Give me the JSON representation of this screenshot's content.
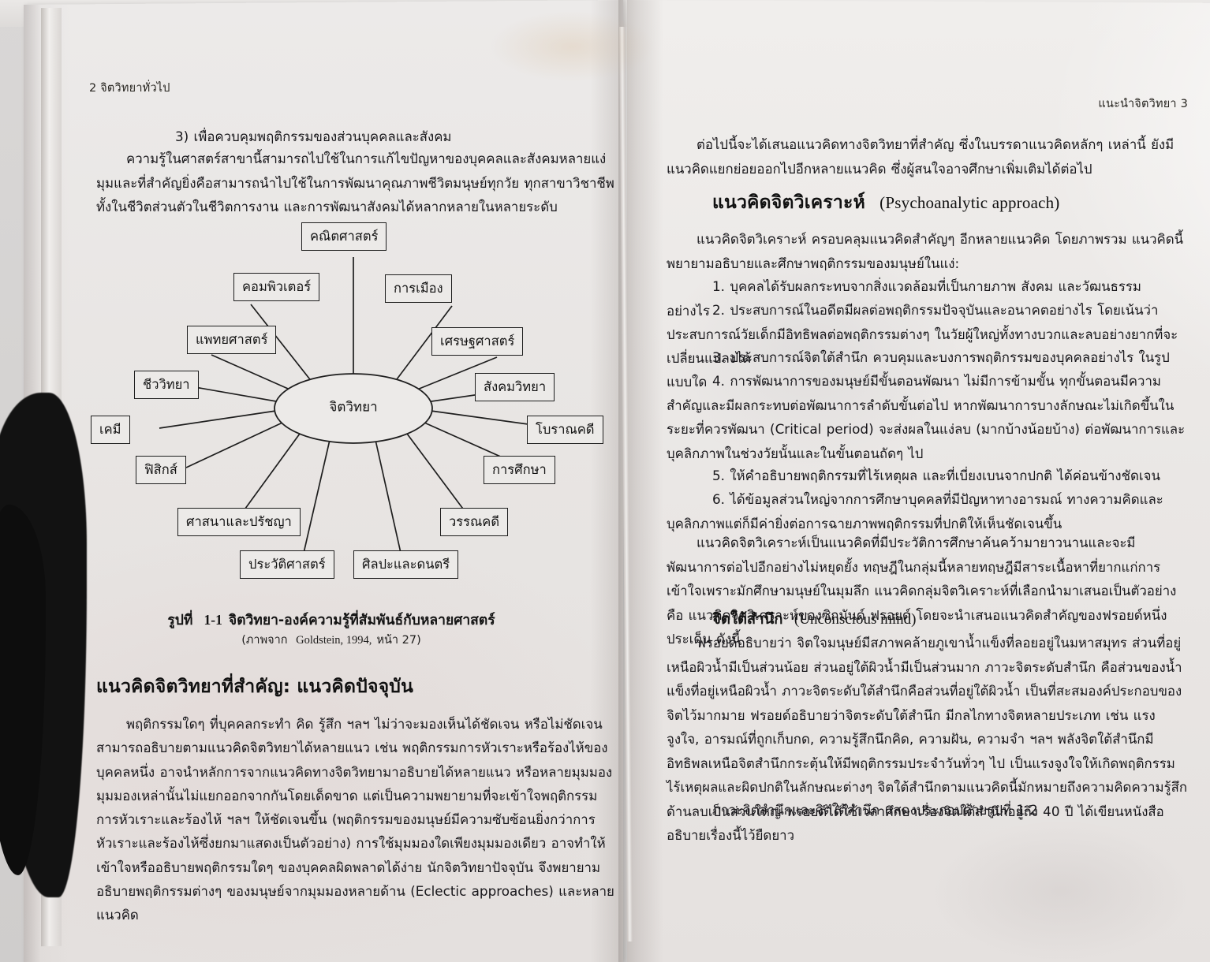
{
  "book": {
    "left_page": {
      "running_head": "2  จิตวิทยาทั่วไป",
      "paragraphs": [
        "3)  เพื่อควบคุมพฤติกรรมของส่วนบุคคลและสังคม",
        "ความรู้ในศาสตร์สาขานี้สามารถไปใช้ในการแก้ไขปัญหาของบุคคลและสังคมหลายแง่มุมและที่สำคัญยิ่งคือสามารถนำไปใช้ในการพัฒนาคุณภาพชีวิตมนุษย์ทุกวัย  ทุกสาขาวิชาชีพ  ทั้งในชีวิตส่วนตัวในชีวิตการงาน  และการพัฒนาสังคมได้หลากหลายในหลายระดับ"
      ],
      "figure": {
        "center": "จิตวิทยา",
        "nodes": [
          "คณิตศาสตร์",
          "คอมพิวเตอร์",
          "การเมือง",
          "แพทยศาสตร์",
          "เศรษฐศาสตร์",
          "ชีววิทยา",
          "สังคมวิทยา",
          "เคมี",
          "โบราณคดี",
          "ฟิสิกส์",
          "การศึกษา",
          "ศาสนาและปรัชญา",
          "วรรณคดี",
          "ประวัติศาสตร์",
          "ศิลปะและดนตรี"
        ],
        "caption_prefix": "รูปที่",
        "caption_number": "1-1",
        "caption_text": "จิตวิทยา-องค์ความรู้ที่สัมพันธ์กับหลายศาสตร์",
        "source_prefix": "(ภาพจาก",
        "source_ref": "Goldstein, 1994,",
        "source_page": "หน้า  27)"
      },
      "section_heading": "แนวคิดจิตวิทยาที่สำคัญ: แนวคิดปัจจุบัน",
      "body_paragraphs": [
        "พฤติกรรมใดๆ ที่บุคคลกระทำ คิด รู้สึก ฯลฯ ไม่ว่าจะมองเห็นได้ชัดเจน หรือไม่ชัดเจนสามารถอธิบายตามแนวคิดจิตวิทยาได้หลายแนว เช่น พฤติกรรมการหัวเราะหรือร้องไห้ของบุคคลหนึ่ง อาจนำหลักการจากแนวคิดทางจิตวิทยามาอธิบายได้หลายแนว หรือหลายมุมมอง มุมมองเหล่านั้นไม่แยกออกจากกันโดยเด็ดขาด  แต่เป็นความพยายามที่จะเข้าใจพฤติกรรมการหัวเราะและร้องไห้ ฯลฯ ให้ชัดเจนขึ้น (พฤติกรรมของมนุษย์มีความซับซ้อนยิ่งกว่าการหัวเราะและร้องไห้ซึ่งยกมาแสดงเป็นตัวอย่าง) การใช้มุมมองใดเพียงมุมมองเดียว อาจทำให้เข้าใจหรืออธิบายพฤติกรรมใดๆ ของบุคคลผิดพลาดได้ง่าย นักจิตวิทยาปัจจุบัน จึงพยายามอธิบายพฤติกรรมต่างๆ ของมนุษย์จากมุมมองหลายด้าน (Eclectic approaches) และหลายแนวคิด"
      ]
    },
    "right_page": {
      "running_head": "แนะนำจิตวิทยา  3",
      "intro_paragraph": "ต่อไปนี้จะได้เสนอแนวคิดทางจิตวิทยาที่สำคัญ ซึ่งในบรรดาแนวคิดหลักๆ เหล่านี้ ยังมีแนวคิดแยกย่อยออกไปอีกหลายแนวคิด ซึ่งผู้สนใจอาจศึกษาเพิ่มเติมได้ต่อไป",
      "heading_thai": "แนวคิดจิตวิเคราะห์",
      "heading_en": "(Psychoanalytic approach)",
      "lead_paragraph": "แนวคิดจิตวิเคราะห์ ครอบคลุมแนวคิดสำคัญๆ อีกหลายแนวคิด โดยภาพรวม แนวคิดนี้พยายามอธิบายและศึกษาพฤติกรรมของมนุษย์ในแง่:",
      "numbered_items": [
        "1.  บุคคลได้รับผลกระทบจากสิ่งแวดล้อมที่เป็นกายภาพ  สังคม  และวัฒนธรรม  อย่างไร",
        "2.  ประสบการณ์ในอดีตมีผลต่อพฤติกรรมปัจจุบันและอนาคตอย่างไร  โดยเน้นว่าประสบการณ์วัยเด็กมีอิทธิพลต่อพฤติกรรมต่างๆ ในวัยผู้ใหญ่ทั้งทางบวกและลบอย่างยากที่จะเปลี่ยนแปลงได้",
        "3.  ประสบการณ์จิตใต้สำนึก  ควบคุมและบงการพฤติกรรมของบุคคลอย่างไร  ในรูปแบบใด",
        "4.  การพัฒนาการของมนุษย์มีขั้นตอนพัฒนา  ไม่มีการข้ามขั้น  ทุกขั้นตอนมีความสำคัญและมีผลกระทบต่อพัฒนาการลำดับขั้นต่อไป หากพัฒนาการบางลักษณะไม่เกิดขึ้นในระยะที่ควรพัฒนา (Critical period) จะส่งผลในแง่ลบ (มากบ้างน้อยบ้าง) ต่อพัฒนาการและบุคลิกภาพในช่วงวัยนั้นและในขั้นตอนถัดๆ ไป",
        "5.  ให้คำอธิบายพฤติกรรมที่ไร้เหตุผล  และที่เบี่ยงเบนจากปกติ  ได้ค่อนข้างชัดเจน",
        "6.  ได้ข้อมูลส่วนใหญ่จากการศึกษาบุคคลที่มีปัญหาทางอารมณ์ ทางความคิดและบุคลิกภาพแต่ก็มีค่ายิ่งต่อการฉายภาพพฤติกรรมที่ปกติให้เห็นชัดเจนขึ้น"
      ],
      "closing_paragraph": "แนวคิดจิตวิเคราะห์เป็นแนวคิดที่มีประวัติการศึกษาค้นคว้ามายาวนานและจะมีพัฒนาการต่อไปอีกอย่างไม่หยุดยั้ง ทฤษฎีในกลุ่มนี้หลายทฤษฎีมีสาระเนื้อหาที่ยากแก่การเข้าใจเพราะมักศึกษามนุษย์ในมุมลึก แนวคิดกลุ่มจิตวิเคราะห์ที่เลือกนำมาเสนอเป็นตัวอย่าง คือ แนวคิดจิตวิเคราะห์ของซิกมันด์ ฟรอยด์ โดยจะนำเสนอแนวคิดสำคัญของฟรอยด์หนึ่งประเด็น ดังนี้",
      "sub_heading_thai": "จิตใต้สำนึก",
      "sub_heading_en": "(Unconscious mind)",
      "sub_paragraph": "ฟรอยด์อธิบายว่า จิตใจมนุษย์มีสภาพคล้ายภูเขาน้ำแข็งที่ลอยอยู่ในมหาสมุทร ส่วนที่อยู่เหนือผิวน้ำมีเป็นส่วนน้อย ส่วนอยู่ใต้ผิวน้ำมีเป็นส่วนมาก ภาวะจิตระดับสำนึก คือส่วนของน้ำแข็งที่อยู่เหนือผิวน้ำ ภาวะจิตระดับใต้สำนึกคือส่วนที่อยู่ใต้ผิวน้ำ เป็นที่สะสมองค์ประกอบของจิตไว้มากมาย ฟรอยด์อธิบายว่าจิตระดับใต้สำนึก มีกลไกทางจิตหลายประเภท เช่น แรงจูงใจ, อารมณ์ที่ถูกเก็บกด, ความรู้สึกนึกคิด, ความฝัน, ความจำ ฯลฯ พลังจิตใต้สำนึกมีอิทธิพลเหนือจิตสำนึกกระตุ้นให้มีพฤติกรรมประจำวันทั่วๆ ไป  เป็นแรงจูงใจให้เกิดพฤติกรรมไร้เหตุผลและผิดปกติในลักษณะต่างๆ จิตใต้สำนึกตามแนวคิดนี้มักหมายถึงความคิดความรู้สึกด้านลบเป็นส่วนใหญ่ ฟรอยด์ได้ใช้เวลาศึกษาเรื่องจิตใต้สำนึกอยู่ถึง 40 ปี ได้เขียนหนังสืออธิบายเรื่องนี้ไว้ยืดยาว",
      "final_line": "ภาวะจิตสำนึกและจิตใต้สำนึก  แสดงประกอบด้วยรูปที่  1-2"
    }
  },
  "colors": {
    "paper": "#eceae8",
    "ink": "#141414",
    "page_shadow": "#787070"
  }
}
